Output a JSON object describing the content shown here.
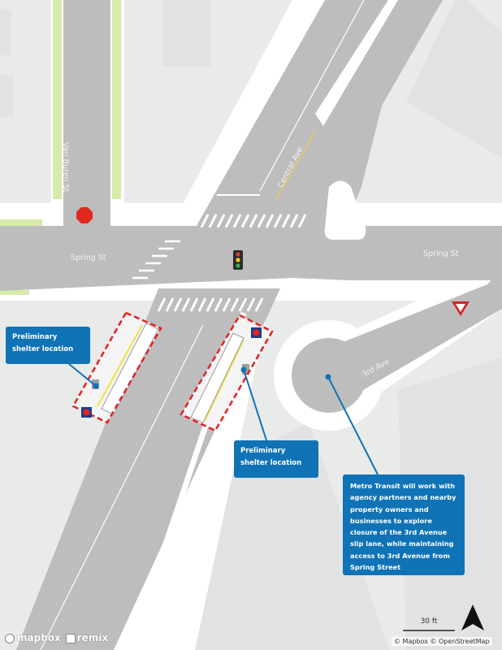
{
  "map": {
    "streets": {
      "spring_west": "Spring St",
      "spring_east": "Spring St",
      "van_buren": "Van Buren St",
      "central": "Central Ave",
      "third": "3rd Ave"
    },
    "callouts": [
      {
        "text": "Preliminary shelter location"
      },
      {
        "text": "Preliminary shelter location"
      },
      {
        "text": "Metro Transit will work with agency partners and nearby property owners and businesses to explore closure of the 3rd Avenue slip lane, while maintaining access to 3rd Avenue from Spring Street"
      }
    ],
    "scale_label": "30 ft",
    "copyright": "© Mapbox © OpenStreetMap",
    "logos": {
      "mapbox": "mapbox",
      "remix": "remix"
    },
    "icons": {
      "stop_sign": "stop-sign-icon",
      "yield_sign": "yield-sign-icon",
      "traffic_signal": "traffic-light-icon",
      "metro_transit": "metro-transit-logo-icon",
      "north_arrow": "north-arrow-icon"
    },
    "colors": {
      "road": "#bdbdbd",
      "sidewalk": "#ffffff",
      "ground": "#e9eaea",
      "building": "#e1e2e3",
      "green": "#d6eba8",
      "callout": "#0f73b6",
      "highlight": "#e52222",
      "center_line": "#f2c94c"
    }
  }
}
